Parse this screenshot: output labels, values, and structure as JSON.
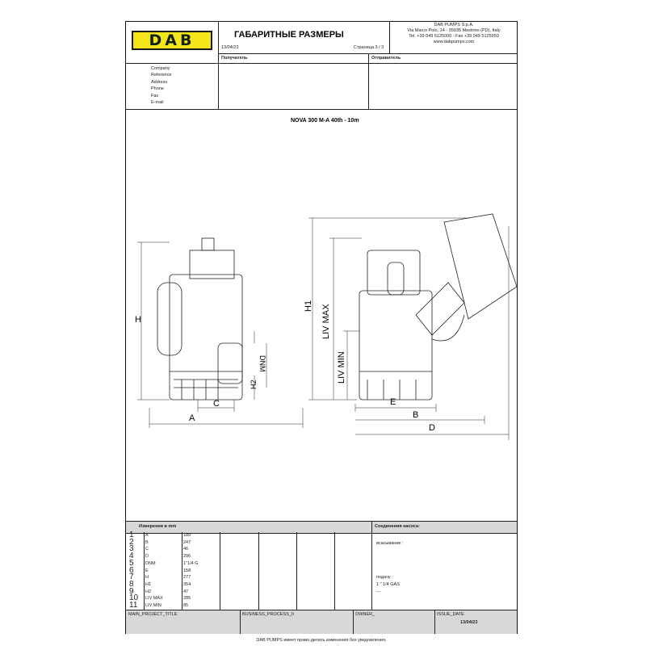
{
  "header": {
    "logo": "DAB",
    "title": "ГАБАРИТНЫЕ РАЗМЕРЫ",
    "date": "13/04/23",
    "page": "Страница 3 / 3",
    "company_lines": [
      "DAB PUMPS S.p.A.",
      "Via Marco Polo, 14 - 35035 Mestrino (PD), Italy",
      "Tel. +39 049 5125000 - Fax +39 049 5125950",
      "www.dabpumps.com"
    ],
    "recipient": "Получатель",
    "sender": "Отправитель"
  },
  "contact_fields": [
    "Company",
    "Reference",
    "Address",
    "Phone",
    "Fax",
    "E-mail"
  ],
  "drawing": {
    "title": "NOVA 300 M-A 40th - 10m",
    "labels": {
      "H": "H",
      "A": "A",
      "C": "C",
      "DNM": "DNM",
      "H2": "H2",
      "H1": "H1",
      "LIV_MAX": "LIV MAX",
      "LIV_MIN": "LIV MIN",
      "E": "E",
      "B": "B",
      "D": "D"
    }
  },
  "dimensions": {
    "header": "Измерения в  mm",
    "rows": [
      {
        "n": "1",
        "name": "A",
        "value": "180"
      },
      {
        "n": "2",
        "name": "B",
        "value": "247"
      },
      {
        "n": "3",
        "name": "C",
        "value": "46"
      },
      {
        "n": "4",
        "name": "D",
        "value": "296"
      },
      {
        "n": "5",
        "name": "DNM",
        "value": "1\"1/4 G"
      },
      {
        "n": "6",
        "name": "E",
        "value": "158"
      },
      {
        "n": "7",
        "name": "H",
        "value": "277"
      },
      {
        "n": "8",
        "name": "H1",
        "value": "354"
      },
      {
        "n": "9",
        "name": "H2",
        "value": "47"
      },
      {
        "n": "10",
        "name": "LIV MAX",
        "value": "285"
      },
      {
        "n": "11",
        "name": "LIV MIN",
        "value": "85"
      }
    ]
  },
  "connections": {
    "header": "Соединения насоса:",
    "suction": "всасывание :",
    "delivery": "подачу :",
    "delivery_value": "1 \" 1/4 GAS",
    "dash": "---"
  },
  "footer": {
    "project": "MAIN_PROJECT_TITLE",
    "process": "BUSINESS_PROCESS_II",
    "owner": "OWNER_",
    "issue_label": "ISSUE_DATE",
    "issue_date": "13/04/23"
  },
  "note": "DAB PUMPS имеет право делать изменения без уведомления."
}
